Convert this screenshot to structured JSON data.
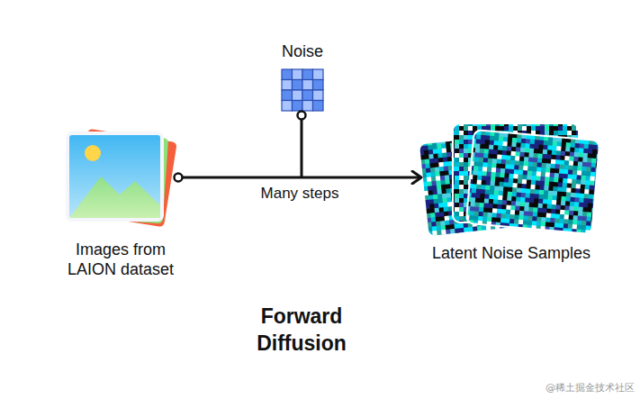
{
  "diagram": {
    "title": "Forward Diffusion",
    "nodes": [
      {
        "text": [
          "Images from LAION dataset"
        ]
      },
      {
        "text": [
          "Noise"
        ]
      },
      {
        "text": [
          "Latent Noise Samples"
        ]
      }
    ],
    "edges": [
      {
        "from": 0,
        "to": 2,
        "arrow": "to",
        "label": "Many steps"
      }
    ],
    "labels": [
      "@稀土掘金技术社区"
    ]
  }
}
